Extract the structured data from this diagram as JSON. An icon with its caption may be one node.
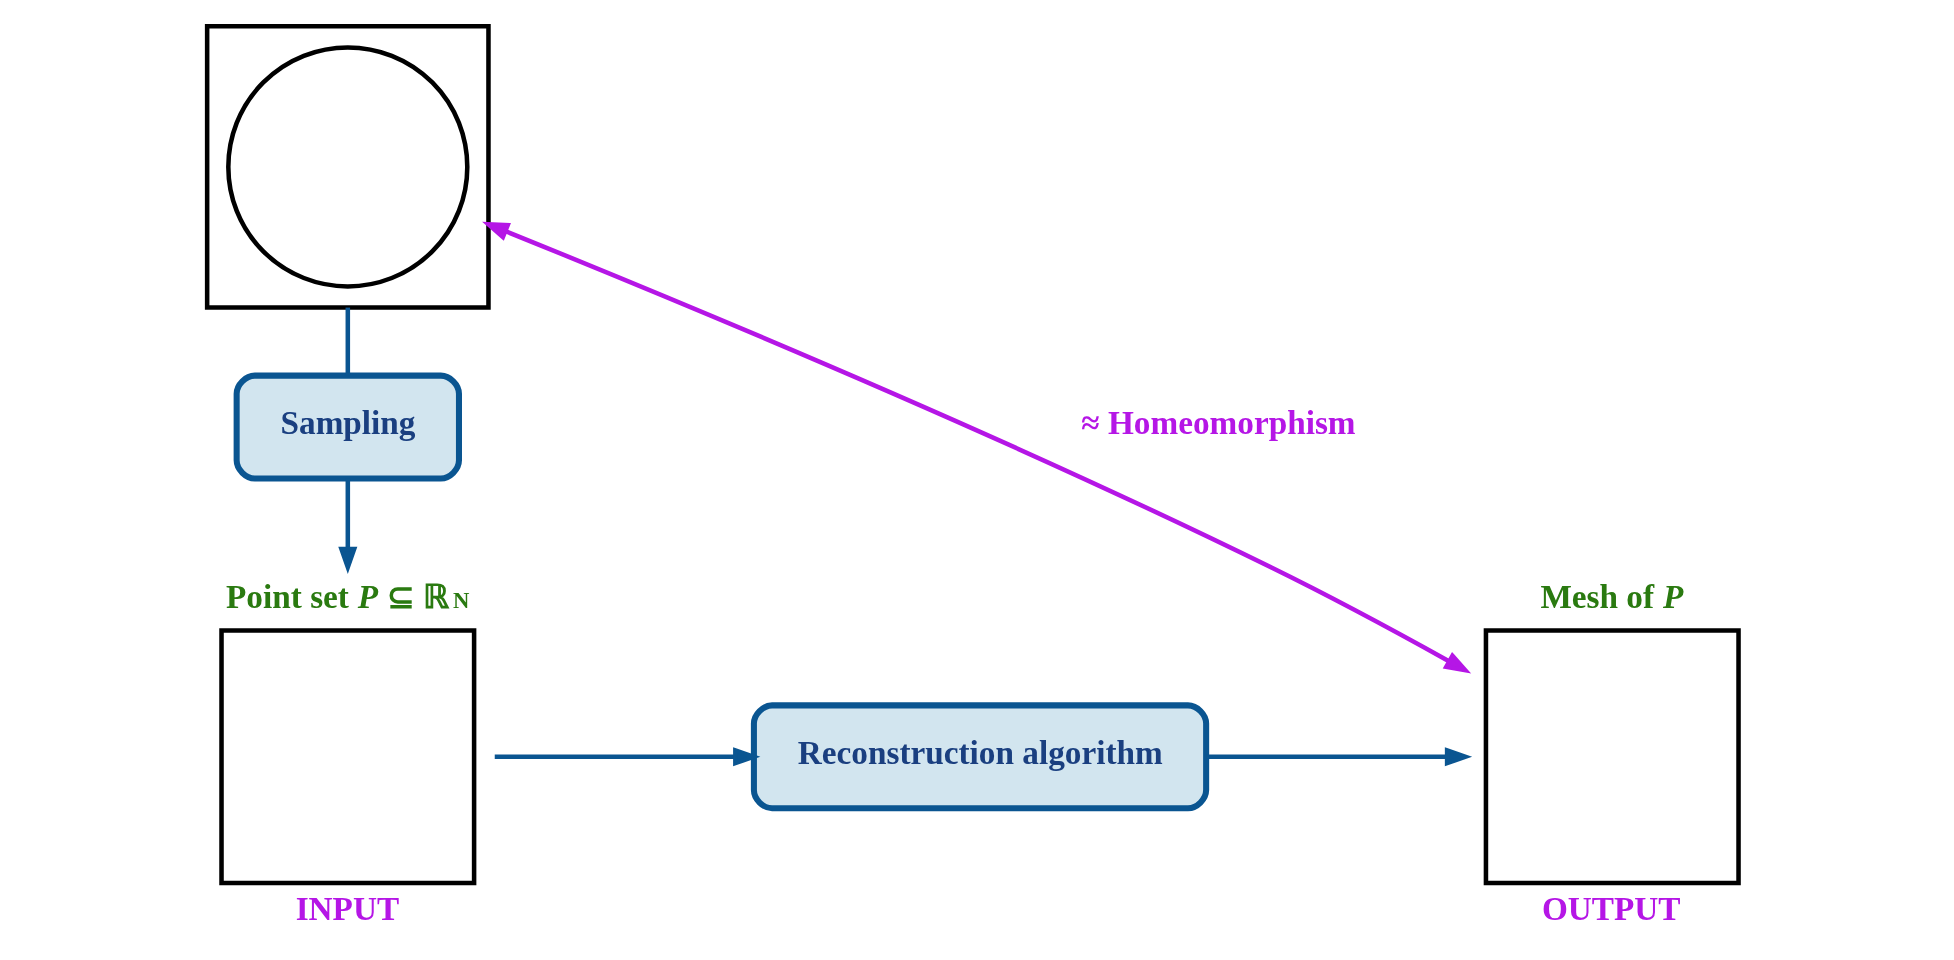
{
  "diagram": {
    "nodes": [
      {
        "text": [],
        "shape": "box"
      },
      {
        "text": [],
        "shape": "circle",
        "in": 0
      },
      {
        "text": [
          "Sampling"
        ]
      },
      {
        "text": [
          "Point set *P* ⊆ ℝ$^{N}$"
        ],
        "beside": [
          "INPUT"
        ]
      },
      {
        "text": [
          "Reconstruction algorithm"
        ]
      },
      {
        "text": [
          "Mesh of *P*"
        ],
        "beside": [
          "OUTPUT"
        ]
      }
    ],
    "edges": [
      {
        "from": 0,
        "to": 2,
        "arrow": "none"
      },
      {
        "from": 2,
        "to": 3,
        "arrow": "to"
      },
      {
        "from": 3,
        "to": 4,
        "arrow": "to"
      },
      {
        "from": 4,
        "to": 5,
        "arrow": "to"
      },
      {
        "from": 5,
        "to": 0,
        "arrow": "both",
        "label": "≈ Homeomorphism",
        "color": "#b516e6"
      }
    ]
  }
}
